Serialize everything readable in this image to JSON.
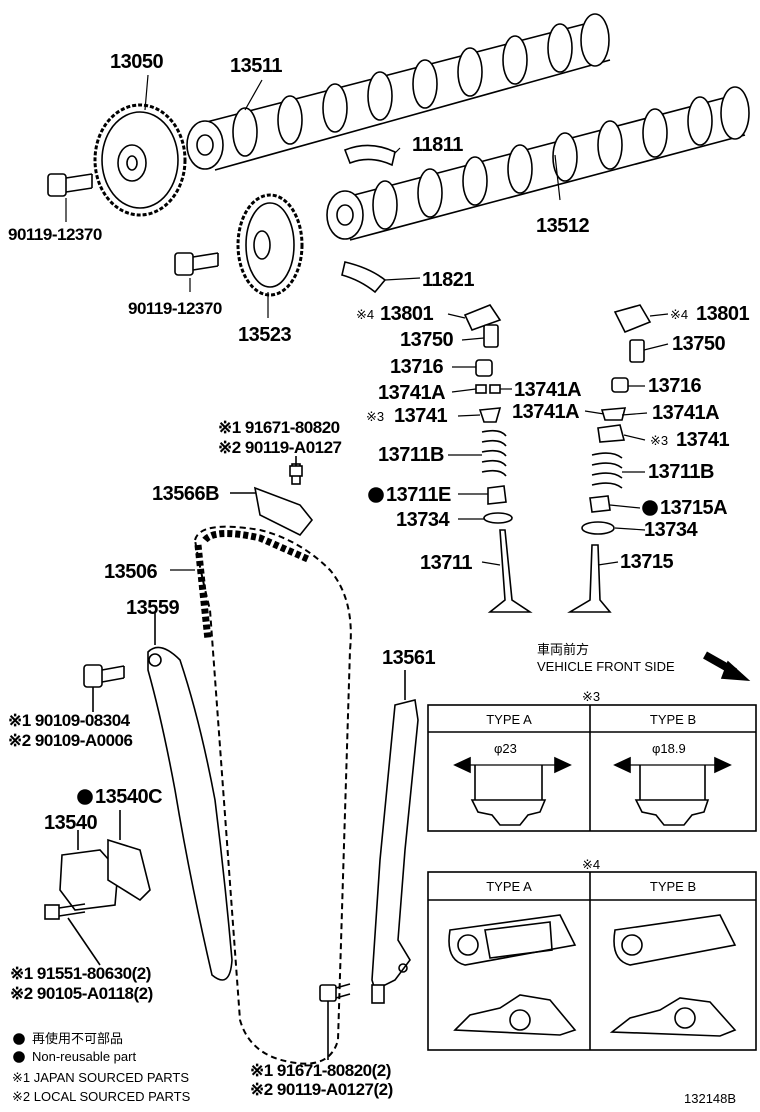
{
  "parts": {
    "p13050": "13050",
    "p13511": "13511",
    "p13512": "13512",
    "p11811": "11811",
    "p11821": "11821",
    "p13523": "13523",
    "bolt1": "90119-12370",
    "bolt2": "90119-12370",
    "left_13801": "13801",
    "left_13801_mark": "※4",
    "left_13750": "13750",
    "left_13716": "13716",
    "left_13741A_a": "13741A",
    "left_13741A_b": "13741A",
    "left_13741": "13741",
    "left_13741_mark": "※3",
    "left_13711B": "13711B",
    "left_13711E": "13711E",
    "left_13734": "13734",
    "left_13711": "13711",
    "right_13801": "13801",
    "right_13801_mark": "※4",
    "right_13750": "13750",
    "right_13716": "13716",
    "right_13741A_a": "13741A",
    "right_13741A_b": "13741A",
    "right_13741": "13741",
    "right_13741_mark": "※3",
    "right_13711B": "13711B",
    "right_13715A": "13715A",
    "right_13734": "13734",
    "right_13715": "13715",
    "guide_bolt_1": "※1 91671-80820",
    "guide_bolt_2": "※2 90119-A0127",
    "p13566B": "13566B",
    "p13506": "13506",
    "p13559": "13559",
    "pivot_bolt_1": "※1 90109-08304",
    "pivot_bolt_2": "※2 90109-A0006",
    "p13540C": "13540C",
    "p13540": "13540",
    "tens_bolt_1": "※1 91551-80630(2)",
    "tens_bolt_2": "※2 90105-A0118(2)",
    "p13561": "13561",
    "bottom_bolt_1": "※1 91671-80820(2)",
    "bottom_bolt_2": "※2 90119-A0127(2)"
  },
  "direction": {
    "jp": "車両前方",
    "en": "VEHICLE FRONT SIDE"
  },
  "table3": {
    "mark": "※3",
    "type_a": "TYPE A",
    "type_b": "TYPE B",
    "dim_a": "φ23",
    "dim_b": "φ18.9"
  },
  "table4": {
    "mark": "※4",
    "type_a": "TYPE A",
    "type_b": "TYPE B"
  },
  "legend": {
    "line1": "再使用不可部品",
    "line2": "Non-reusable part",
    "line3": "※1 JAPAN SOURCED PARTS",
    "line4": "※2 LOCAL SOURCED PARTS"
  },
  "figure_code": "132148B"
}
